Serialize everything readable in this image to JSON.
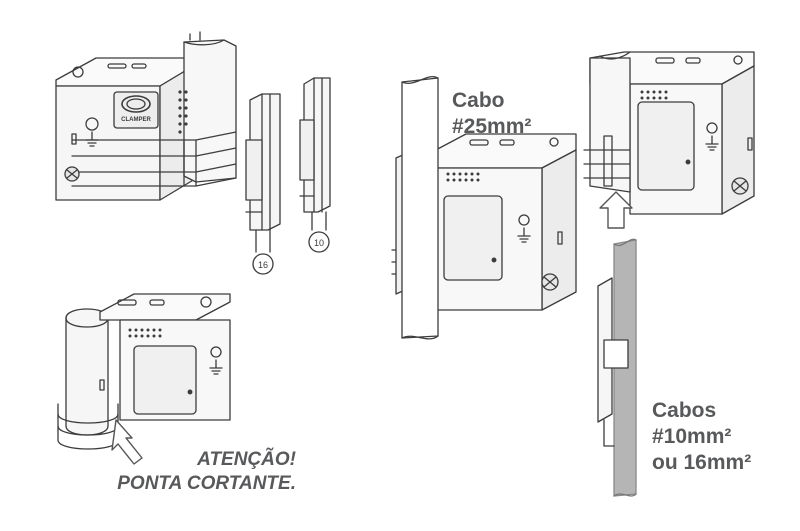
{
  "brand_logo_text": "CLAMPER",
  "clip_labels": {
    "clip_16": "16",
    "clip_10": "10"
  },
  "labels": {
    "cable_25": [
      "Cabo",
      "#25mm²"
    ],
    "cable_10_16": [
      "Cabos",
      "#10mm²",
      "ou 16mm²"
    ],
    "warning": [
      "ATENÇÃO!",
      "PONTA CORTANTE."
    ]
  },
  "colors": {
    "line": "#3c3c3c",
    "fill": "#f4f4f4",
    "cable_gray": "#b5b5b5",
    "text": "#58595b"
  }
}
